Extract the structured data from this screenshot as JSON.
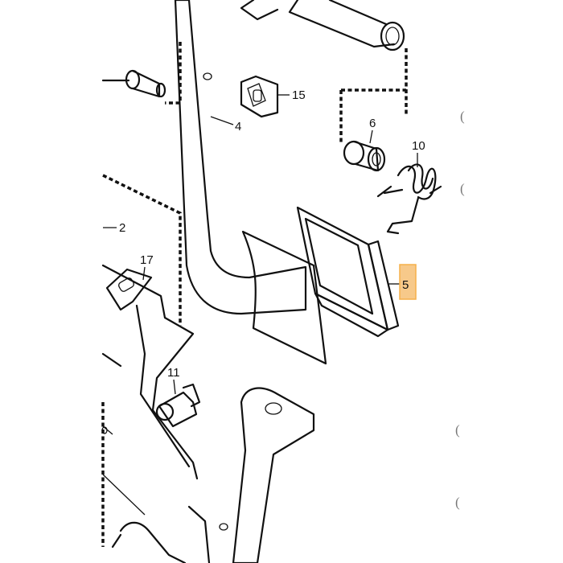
{
  "diagram": {
    "callouts": {
      "c15": "15",
      "c4": "4",
      "c6": "6",
      "c10": "10",
      "c2": "2",
      "c17": "17",
      "c5": "5",
      "c11": "11"
    },
    "highlighted_callout": "5",
    "highlight_color": "#f5b04a",
    "highlight_fill": "#f7c98a"
  }
}
